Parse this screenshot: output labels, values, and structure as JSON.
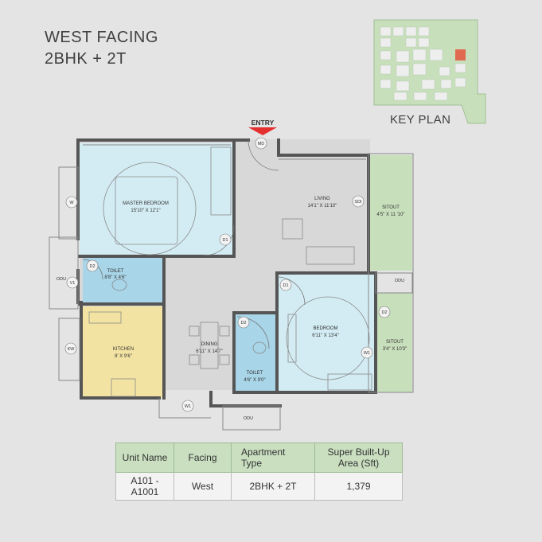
{
  "heading": {
    "line1": "WEST FACING",
    "line2": "2BHK + 2T"
  },
  "key_plan": {
    "label": "KEY PLAN",
    "highlight_color": "#e06a50"
  },
  "entry": {
    "label": "ENTRY",
    "color": "#e53030"
  },
  "rooms": {
    "master_bedroom": {
      "name": "MASTER BEDROOM",
      "size": "15'10\" X 12'1\""
    },
    "toilet1": {
      "name": "TOILET",
      "size": "8'8\" X 4'6\""
    },
    "kitchen": {
      "name": "KITCHEN",
      "size": "8' X 9'6\""
    },
    "living": {
      "name": "LIVING",
      "size": "14'1\" X 11'10\""
    },
    "sitout1": {
      "name": "SITOUT",
      "size": "4'5\" X 11 '10\""
    },
    "dining": {
      "name": "DINING",
      "size": "6'11\" X 14'7\""
    },
    "bedroom": {
      "name": "BEDROOM",
      "size": "6'11\" X 13'4\""
    },
    "toilet2": {
      "name": "TOILET",
      "size": "4'6\" X 9'0\""
    },
    "sitout2": {
      "name": "SITOUT",
      "size": "3'4\" X 10'3\""
    }
  },
  "tags": {
    "md": "MD",
    "d1a": "D1",
    "d1b": "D1",
    "d2a": "D2",
    "d2b": "D2",
    "d2c": "D2",
    "sdi": "SDI",
    "w_a": "W",
    "w1a": "W1",
    "w1b": "W1",
    "v1": "V1",
    "kw": "KW",
    "odu_a": "ODU",
    "odu_b": "ODU",
    "odu_c": "ODU"
  },
  "colors": {
    "bedroom": "#d3ecf3",
    "toilet": "#a8d5e8",
    "kitchen": "#f3e3a2",
    "sitout": "#c8dfbc",
    "common": "#d8d8d8",
    "wall": "#555555"
  },
  "table": {
    "headers": [
      "Unit Name",
      "Facing",
      "Apartment Type",
      "Super Built-Up Area (Sft)"
    ],
    "rows": [
      [
        "A101 - A1001",
        "West",
        "2BHK + 2T",
        "1,379"
      ]
    ]
  }
}
